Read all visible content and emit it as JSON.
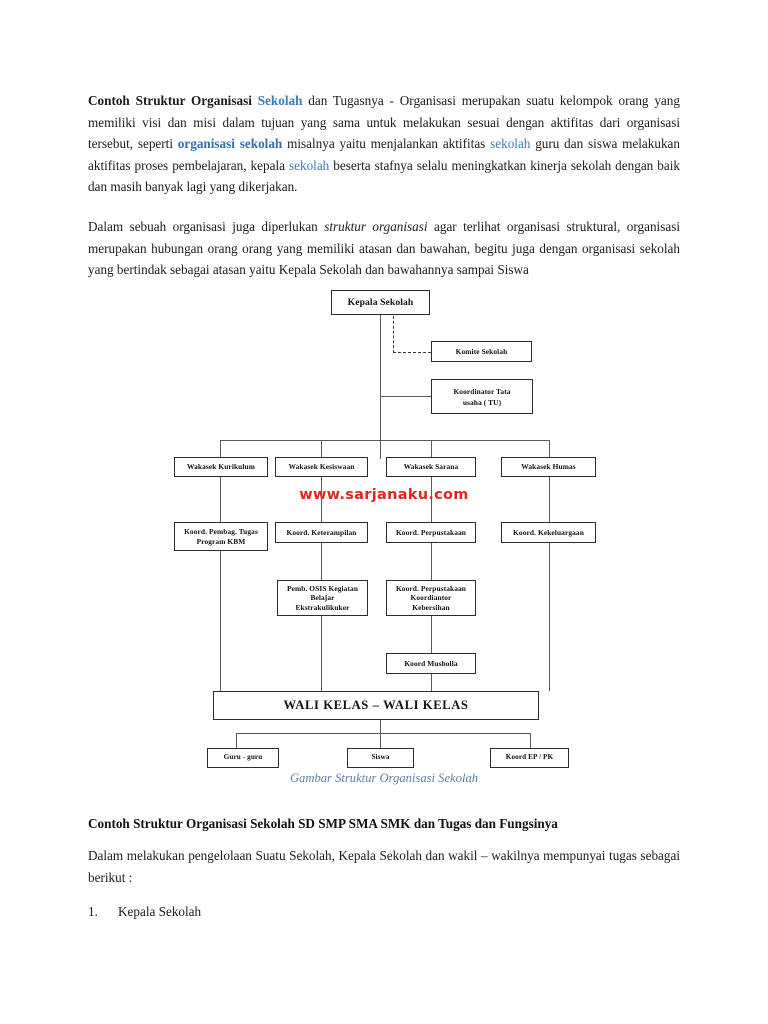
{
  "document": {
    "paragraph1": {
      "seg1_bold": "Contoh Struktur Organisasi ",
      "seg2_bold_link": "Sekolah",
      "seg3": " dan Tugasnya - Organisasi merupakan suatu kelompok orang yang memiliki visi dan misi dalam tujuan yang sama untuk melakukan sesuai dengan aktifitas dari organisasi tersebut, seperti ",
      "seg4_link_bold": "organisasi sekolah",
      "seg5": " misalnya yaitu menjalankan aktifitas ",
      "seg6_link": "sekolah",
      "seg7": " guru dan siswa melakukan aktifitas proses pembelajaran, kepala ",
      "seg8_link": "sekolah",
      "seg9": " beserta stafnya selalu meningkatkan kinerja sekolah dengan baik dan masih banyak lagi yang dikerjakan."
    },
    "paragraph2": {
      "seg1": "Dalam sebuah organisasi juga diperlukan ",
      "seg2_italic": "struktur organisasi",
      "seg3": "  agar terlihat organisasi struktural, organisasi merupakan hubungan orang orang yang memiliki atasan dan bawahan, begitu juga dengan organisasi sekolah yang bertindak sebagai atasan yaitu Kepala Sekolah dan bawahannya sampai Siswa"
    },
    "caption": "Gambar Struktur Organisasi Sekolah",
    "heading2": "Contoh Struktur Organisasi Sekolah SD SMP SMA SMK dan Tugas dan Fungsinya",
    "paragraph3": "Dalam melakukan pengelolaan Suatu Sekolah, Kepala Sekolah dan wakil – wakilnya mempunyai tugas sebagai berikut :",
    "list": [
      {
        "number": "1.",
        "text": "Kepala Sekolah"
      }
    ]
  },
  "watermark": {
    "text": "www.sarjanaku.com",
    "color": "#e8231f"
  },
  "colors": {
    "link": "#3d7ab8",
    "caption": "#5b7fa6",
    "line": "#5a5a5a",
    "box_border": "#2b2b2b"
  },
  "chart_data": {
    "type": "diagram",
    "title": "Struktur Organisasi Sekolah",
    "nodes": [
      {
        "id": "kepala",
        "label": "Kepala Sekolah"
      },
      {
        "id": "komite",
        "label": "Komite Sekolah"
      },
      {
        "id": "tu",
        "label": "Koordinator Tata usaha ( TU)"
      },
      {
        "id": "wakas_kur",
        "label": "Wakasek Kurikulum"
      },
      {
        "id": "wakas_kes",
        "label": "Wakasek Kesiswaan"
      },
      {
        "id": "wakas_sar",
        "label": "Wakasek Sarana"
      },
      {
        "id": "wakas_hum",
        "label": "Wakasek Humas"
      },
      {
        "id": "koord_kbm",
        "label": "Koord. Pembag. Tugas Program KBM"
      },
      {
        "id": "koord_ket",
        "label": "Koord. Keterampilan"
      },
      {
        "id": "koord_per",
        "label": "Koord. Perpustakaan"
      },
      {
        "id": "koord_kek",
        "label": "Koord. Kekeluargaan"
      },
      {
        "id": "osis",
        "label": "Pemb. OSIS Kegiatan Belajar Ekstrakulikuker"
      },
      {
        "id": "perpus2",
        "label": "Koord. Perpustakaan Koordiantor Kebersihan"
      },
      {
        "id": "musholla",
        "label": "Koord Musholla"
      },
      {
        "id": "wali",
        "label": "WALI KELAS – WALI KELAS"
      },
      {
        "id": "guru",
        "label": "Guru - guru"
      },
      {
        "id": "siswa",
        "label": "Siswa"
      },
      {
        "id": "koord_ep",
        "label": "Koord EP / PK"
      }
    ],
    "edges": [
      {
        "from": "kepala",
        "to": "komite",
        "style": "dashed"
      },
      {
        "from": "kepala",
        "to": "tu",
        "style": "solid"
      },
      {
        "from": "kepala",
        "to": "wakas_kur",
        "style": "solid"
      },
      {
        "from": "kepala",
        "to": "wakas_kes",
        "style": "solid"
      },
      {
        "from": "kepala",
        "to": "wakas_sar",
        "style": "solid"
      },
      {
        "from": "kepala",
        "to": "wakas_hum",
        "style": "solid"
      },
      {
        "from": "wakas_kur",
        "to": "koord_kbm",
        "style": "solid"
      },
      {
        "from": "wakas_kes",
        "to": "koord_ket",
        "style": "solid"
      },
      {
        "from": "wakas_sar",
        "to": "koord_per",
        "style": "solid"
      },
      {
        "from": "wakas_hum",
        "to": "koord_kek",
        "style": "solid"
      },
      {
        "from": "koord_ket",
        "to": "osis",
        "style": "solid"
      },
      {
        "from": "koord_per",
        "to": "perpus2",
        "style": "solid"
      },
      {
        "from": "perpus2",
        "to": "musholla",
        "style": "solid"
      },
      {
        "from": "musholla",
        "to": "wali",
        "style": "solid"
      },
      {
        "from": "wali",
        "to": "guru",
        "style": "solid"
      },
      {
        "from": "wali",
        "to": "siswa",
        "style": "solid"
      },
      {
        "from": "wali",
        "to": "koord_ep",
        "style": "solid"
      }
    ]
  }
}
